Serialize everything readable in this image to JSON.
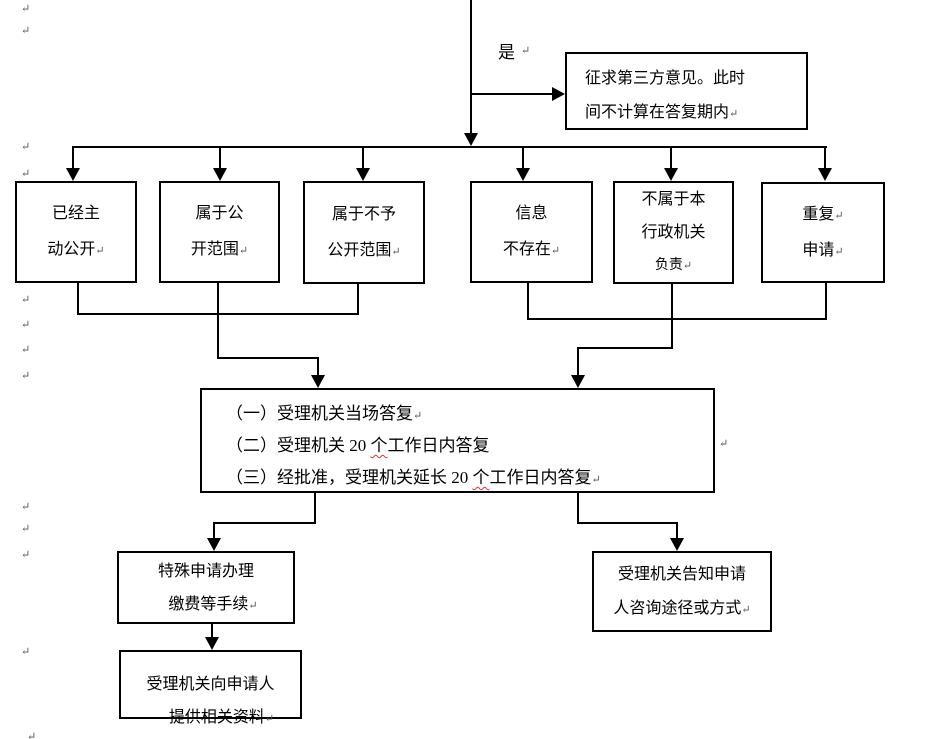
{
  "chars": {
    "pilcrow": "↵"
  },
  "colors": {
    "background": "#ffffff",
    "line": "#000000",
    "squiggle": "#e03030"
  },
  "flow": {
    "yes_label": "是",
    "third_party": {
      "line1": "征求第三方意见。此时",
      "line2": "间不计算在答复期内"
    },
    "already_public": {
      "line1": "已经主",
      "line2": "动公开"
    },
    "public_scope": {
      "line1": "属于公",
      "line2": "开范围"
    },
    "not_public_scope": {
      "line1": "属于不予",
      "line2": "公开范围"
    },
    "info_not_exist": {
      "line1": "信息",
      "line2": "不存在"
    },
    "not_responsible": {
      "line1": "不属于本",
      "line2": "行政机关",
      "line3": "负责"
    },
    "repeat_apply": {
      "line1": "重复",
      "line2": "申请"
    },
    "reply_options": {
      "line1": "（一）受理机关当场答复",
      "line2_pre": "（二）受理机关 20 ",
      "line2_wavy": "个",
      "line2_post": "工作日内答复",
      "line3_pre": "（三）经批准，受理机关延长 20 ",
      "line3_wavy": "个",
      "line3_post": "工作日内答复"
    },
    "special_procedure": {
      "line1": "特殊申请办理",
      "line2": "缴费等手续"
    },
    "notify_applicant": {
      "line1": "受理机关告知申请",
      "line2": "人咨询途径或方式"
    },
    "provide_material": {
      "line1": "受理机关向申请人",
      "line2": "提供相关资料"
    }
  }
}
